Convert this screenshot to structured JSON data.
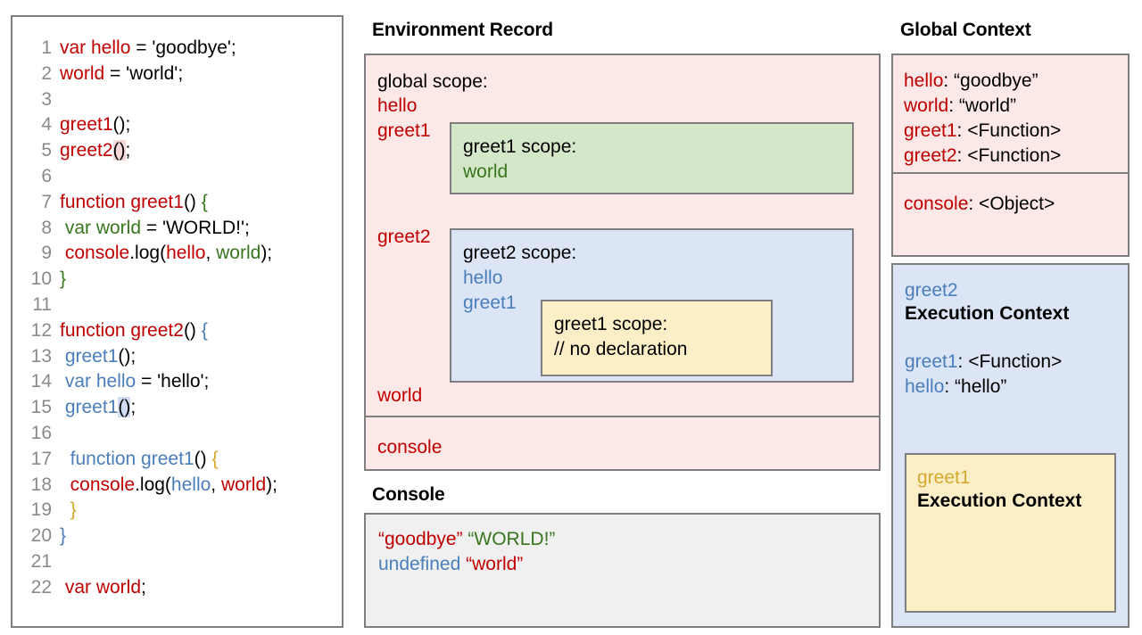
{
  "code_panel": {
    "lines": [
      {
        "n": "1",
        "tokens": [
          {
            "t": "var hello",
            "c": "red"
          },
          {
            "t": " = 'goodbye';",
            "c": "black"
          }
        ]
      },
      {
        "n": "2",
        "tokens": [
          {
            "t": "world",
            "c": "red"
          },
          {
            "t": " = 'world';",
            "c": "black"
          }
        ]
      },
      {
        "n": "3",
        "tokens": []
      },
      {
        "n": "4",
        "tokens": [
          {
            "t": "greet1",
            "c": "red"
          },
          {
            "t": "()",
            "c": "black"
          },
          {
            "t": ";",
            "c": "black"
          }
        ]
      },
      {
        "n": "5",
        "tokens": [
          {
            "t": "greet2",
            "c": "red"
          },
          {
            "t": "()",
            "c": "black",
            "hl": "red"
          },
          {
            "t": ";",
            "c": "black"
          }
        ]
      },
      {
        "n": "6",
        "tokens": []
      },
      {
        "n": "7",
        "tokens": [
          {
            "t": "function greet1",
            "c": "red"
          },
          {
            "t": "() ",
            "c": "black"
          },
          {
            "t": "{",
            "c": "green"
          }
        ]
      },
      {
        "n": "8",
        "tokens": [
          {
            "t": " var world",
            "c": "green"
          },
          {
            "t": " = 'WORLD!';",
            "c": "black"
          }
        ]
      },
      {
        "n": "9",
        "tokens": [
          {
            "t": " console",
            "c": "red"
          },
          {
            "t": ".log(",
            "c": "black"
          },
          {
            "t": "hello",
            "c": "red"
          },
          {
            "t": ", ",
            "c": "black"
          },
          {
            "t": "world",
            "c": "green"
          },
          {
            "t": ");",
            "c": "black"
          }
        ]
      },
      {
        "n": "10",
        "tokens": [
          {
            "t": "}",
            "c": "green"
          }
        ]
      },
      {
        "n": "11",
        "tokens": []
      },
      {
        "n": "12",
        "tokens": [
          {
            "t": "function greet2",
            "c": "red"
          },
          {
            "t": "() ",
            "c": "black"
          },
          {
            "t": "{",
            "c": "blue"
          }
        ]
      },
      {
        "n": "13",
        "tokens": [
          {
            "t": " greet1",
            "c": "blue"
          },
          {
            "t": "();",
            "c": "black"
          }
        ]
      },
      {
        "n": "14",
        "tokens": [
          {
            "t": " var hello",
            "c": "blue"
          },
          {
            "t": " = 'hello';",
            "c": "black"
          }
        ]
      },
      {
        "n": "15",
        "tokens": [
          {
            "t": " greet1",
            "c": "blue"
          },
          {
            "t": "()",
            "c": "black",
            "hl": "blue"
          },
          {
            "t": ";",
            "c": "black"
          }
        ]
      },
      {
        "n": "16",
        "tokens": []
      },
      {
        "n": "17",
        "tokens": [
          {
            "t": "  function greet1",
            "c": "blue"
          },
          {
            "t": "() ",
            "c": "black"
          },
          {
            "t": "{",
            "c": "gold"
          }
        ]
      },
      {
        "n": "18",
        "tokens": [
          {
            "t": "  console",
            "c": "red"
          },
          {
            "t": ".log(",
            "c": "black"
          },
          {
            "t": "hello",
            "c": "blue"
          },
          {
            "t": ", ",
            "c": "black"
          },
          {
            "t": "world",
            "c": "red"
          },
          {
            "t": ");",
            "c": "black"
          }
        ]
      },
      {
        "n": "19",
        "tokens": [
          {
            "t": "  }",
            "c": "gold"
          }
        ]
      },
      {
        "n": "20",
        "tokens": [
          {
            "t": "}",
            "c": "blue"
          }
        ]
      },
      {
        "n": "21",
        "tokens": []
      },
      {
        "n": "22",
        "tokens": [
          {
            "t": " var world",
            "c": "red"
          },
          {
            "t": ";",
            "c": "black"
          }
        ]
      }
    ]
  },
  "environment_record": {
    "title": "Environment Record",
    "global_scope_label": "global scope:",
    "global_bindings": {
      "hello": "hello",
      "greet1": "greet1",
      "greet2": "greet2",
      "world": "world"
    },
    "console_binding": "console",
    "greet1_scope": {
      "heading": "greet1 scope:",
      "items": [
        "world"
      ]
    },
    "greet2_scope": {
      "heading": "greet2 scope:",
      "items": [
        "hello",
        "greet1"
      ]
    },
    "greet1_inner_scope": {
      "heading": "greet1 scope:",
      "items": [
        "// no declaration"
      ]
    }
  },
  "console": {
    "title": "Console",
    "lines": [
      [
        {
          "t": "“goodbye”",
          "c": "red"
        },
        {
          "t": " ",
          "c": "black"
        },
        {
          "t": "“WORLD!”",
          "c": "green"
        }
      ],
      [
        {
          "t": "undefined",
          "c": "blue"
        },
        {
          "t": " ",
          "c": "black"
        },
        {
          "t": "“world”",
          "c": "red"
        }
      ]
    ]
  },
  "global_context": {
    "title": "Global Context",
    "entries": [
      [
        {
          "t": "hello",
          "c": "red"
        },
        {
          "t": ": “goodbye”",
          "c": "black"
        }
      ],
      [
        {
          "t": "world",
          "c": "red"
        },
        {
          "t": ": “world”",
          "c": "black"
        }
      ],
      [
        {
          "t": "greet1",
          "c": "red"
        },
        {
          "t": ": <Function>",
          "c": "black"
        }
      ],
      [
        {
          "t": "greet2",
          "c": "red"
        },
        {
          "t": ": <Function>",
          "c": "black"
        }
      ]
    ],
    "console_entry": [
      {
        "t": "console",
        "c": "red"
      },
      {
        "t": ": <Object>",
        "c": "black"
      }
    ]
  },
  "execution_contexts": {
    "greet2": {
      "name": "greet2",
      "subtitle": "Execution Context",
      "variables": [
        [
          {
            "t": "greet1",
            "c": "blue"
          },
          {
            "t": ": <Function>",
            "c": "black"
          }
        ],
        [
          {
            "t": "hello",
            "c": "blue"
          },
          {
            "t": ": “hello”",
            "c": "black"
          }
        ]
      ]
    },
    "greet1": {
      "name": "greet1",
      "subtitle": "Execution Context"
    }
  },
  "colors": {
    "red": "#c00000",
    "green": "#38761d",
    "blue": "#4a7ebb",
    "gold": "#d5a830",
    "black": "#000000",
    "pink_panel": "#fce8e6",
    "green_panel": "#d4e8c9",
    "blue_panel": "#dbe5f5",
    "yellow_panel": "#fcefc7",
    "console_panel": "#f0f0f0",
    "border": "#7f7f7f",
    "line_number": "#8a8a8a"
  }
}
